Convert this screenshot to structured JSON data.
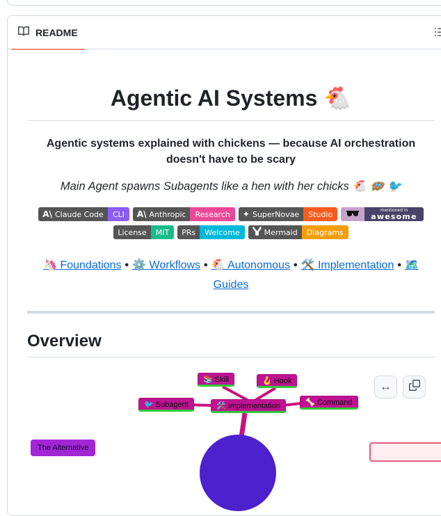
{
  "tab_bar": {
    "readme_label": "README"
  },
  "header": {
    "title": "Agentic AI Systems 🐔",
    "subtitle": "Agentic systems explained with chickens — because AI orchestration doesn't have to be scary",
    "tagline": "Main Agent spawns Subagents like a hen with her chicks 🐔 🪺 🐦"
  },
  "badges": {
    "row1": [
      {
        "left_label": "Claude Code",
        "right_label": "CLI",
        "logo_char": "A\\",
        "right_color": "#8b5cf6"
      },
      {
        "left_label": "Anthropic",
        "right_label": "Research",
        "logo_char": "A\\",
        "right_color": "#ec4899"
      },
      {
        "left_label": "SuperNovae",
        "right_label": "Studio",
        "logo_char": "✦",
        "right_color": "#f75c1e"
      }
    ],
    "awesome": {
      "line1": "mentioned in",
      "line2": "awesome",
      "left_color": "#c5a3cb",
      "right_color": "#494368"
    },
    "row2": [
      {
        "left_label": "License",
        "right_label": "MIT",
        "right_color": "#18bc88"
      },
      {
        "left_label": "PRs",
        "right_label": "Welcome",
        "right_color": "#00b8d9"
      },
      {
        "left_label": "Mermaid",
        "right_label": "Diagrams",
        "right_color": "#f59e0b"
      }
    ],
    "left_color": "#555555"
  },
  "nav": {
    "separator": "•",
    "items": [
      {
        "emoji": "🦄",
        "label": "Foundations"
      },
      {
        "emoji": "⚙️",
        "label": "Workflows"
      },
      {
        "emoji": "🐔",
        "label": "Autonomous"
      },
      {
        "emoji": "🛠️",
        "label": "Implementation"
      },
      {
        "emoji": "🗺️",
        "label": "Guides"
      }
    ]
  },
  "overview": {
    "heading": "Overview"
  },
  "diagram": {
    "nodes": [
      {
        "label": "📚 Skill"
      },
      {
        "label": "🪝 Hook"
      },
      {
        "label": "🐦 Subagent"
      },
      {
        "label": "🛠️ Implementation"
      },
      {
        "label": "🦴 Command"
      },
      {
        "label": "The Alternative"
      }
    ],
    "toolbar": {
      "expand_glyph": "↔"
    },
    "colors": {
      "node_fill": "#be1392",
      "node_underline": "#2fcb3a",
      "edge": "#c9117e",
      "center_circle": "#4e21ce",
      "alt_node": "#a226d6",
      "pink_box_border": "#e25b7c",
      "tab_accent": "#fd8c73",
      "link": "#0a6bdc"
    }
  }
}
